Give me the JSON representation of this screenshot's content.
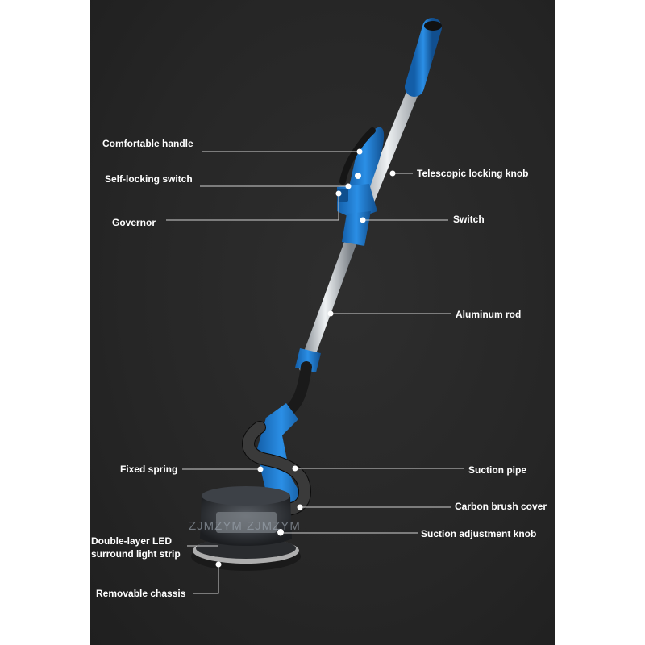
{
  "colors": {
    "background": "#262626",
    "tool_blue": "#1f7fd6",
    "rod": "#c9ced3",
    "label_text": "#ffffff"
  },
  "labels": {
    "comfortable_handle": "Comfortable handle",
    "self_locking_switch": "Self-locking switch",
    "governor": "Governor",
    "telescopic_locking_knob": "Telescopic locking knob",
    "switch": "Switch",
    "aluminum_rod": "Aluminum rod",
    "fixed_spring": "Fixed spring",
    "suction_pipe": "Suction pipe",
    "carbon_brush_cover": "Carbon brush cover",
    "suction_adjustment_knob": "Suction adjustment knob",
    "led_strip_line1": "Double-layer LED",
    "led_strip_line2": "surround light strip",
    "removable_chassis": "Removable chassis"
  },
  "watermark": "ZJMZYM ZJMZYM"
}
